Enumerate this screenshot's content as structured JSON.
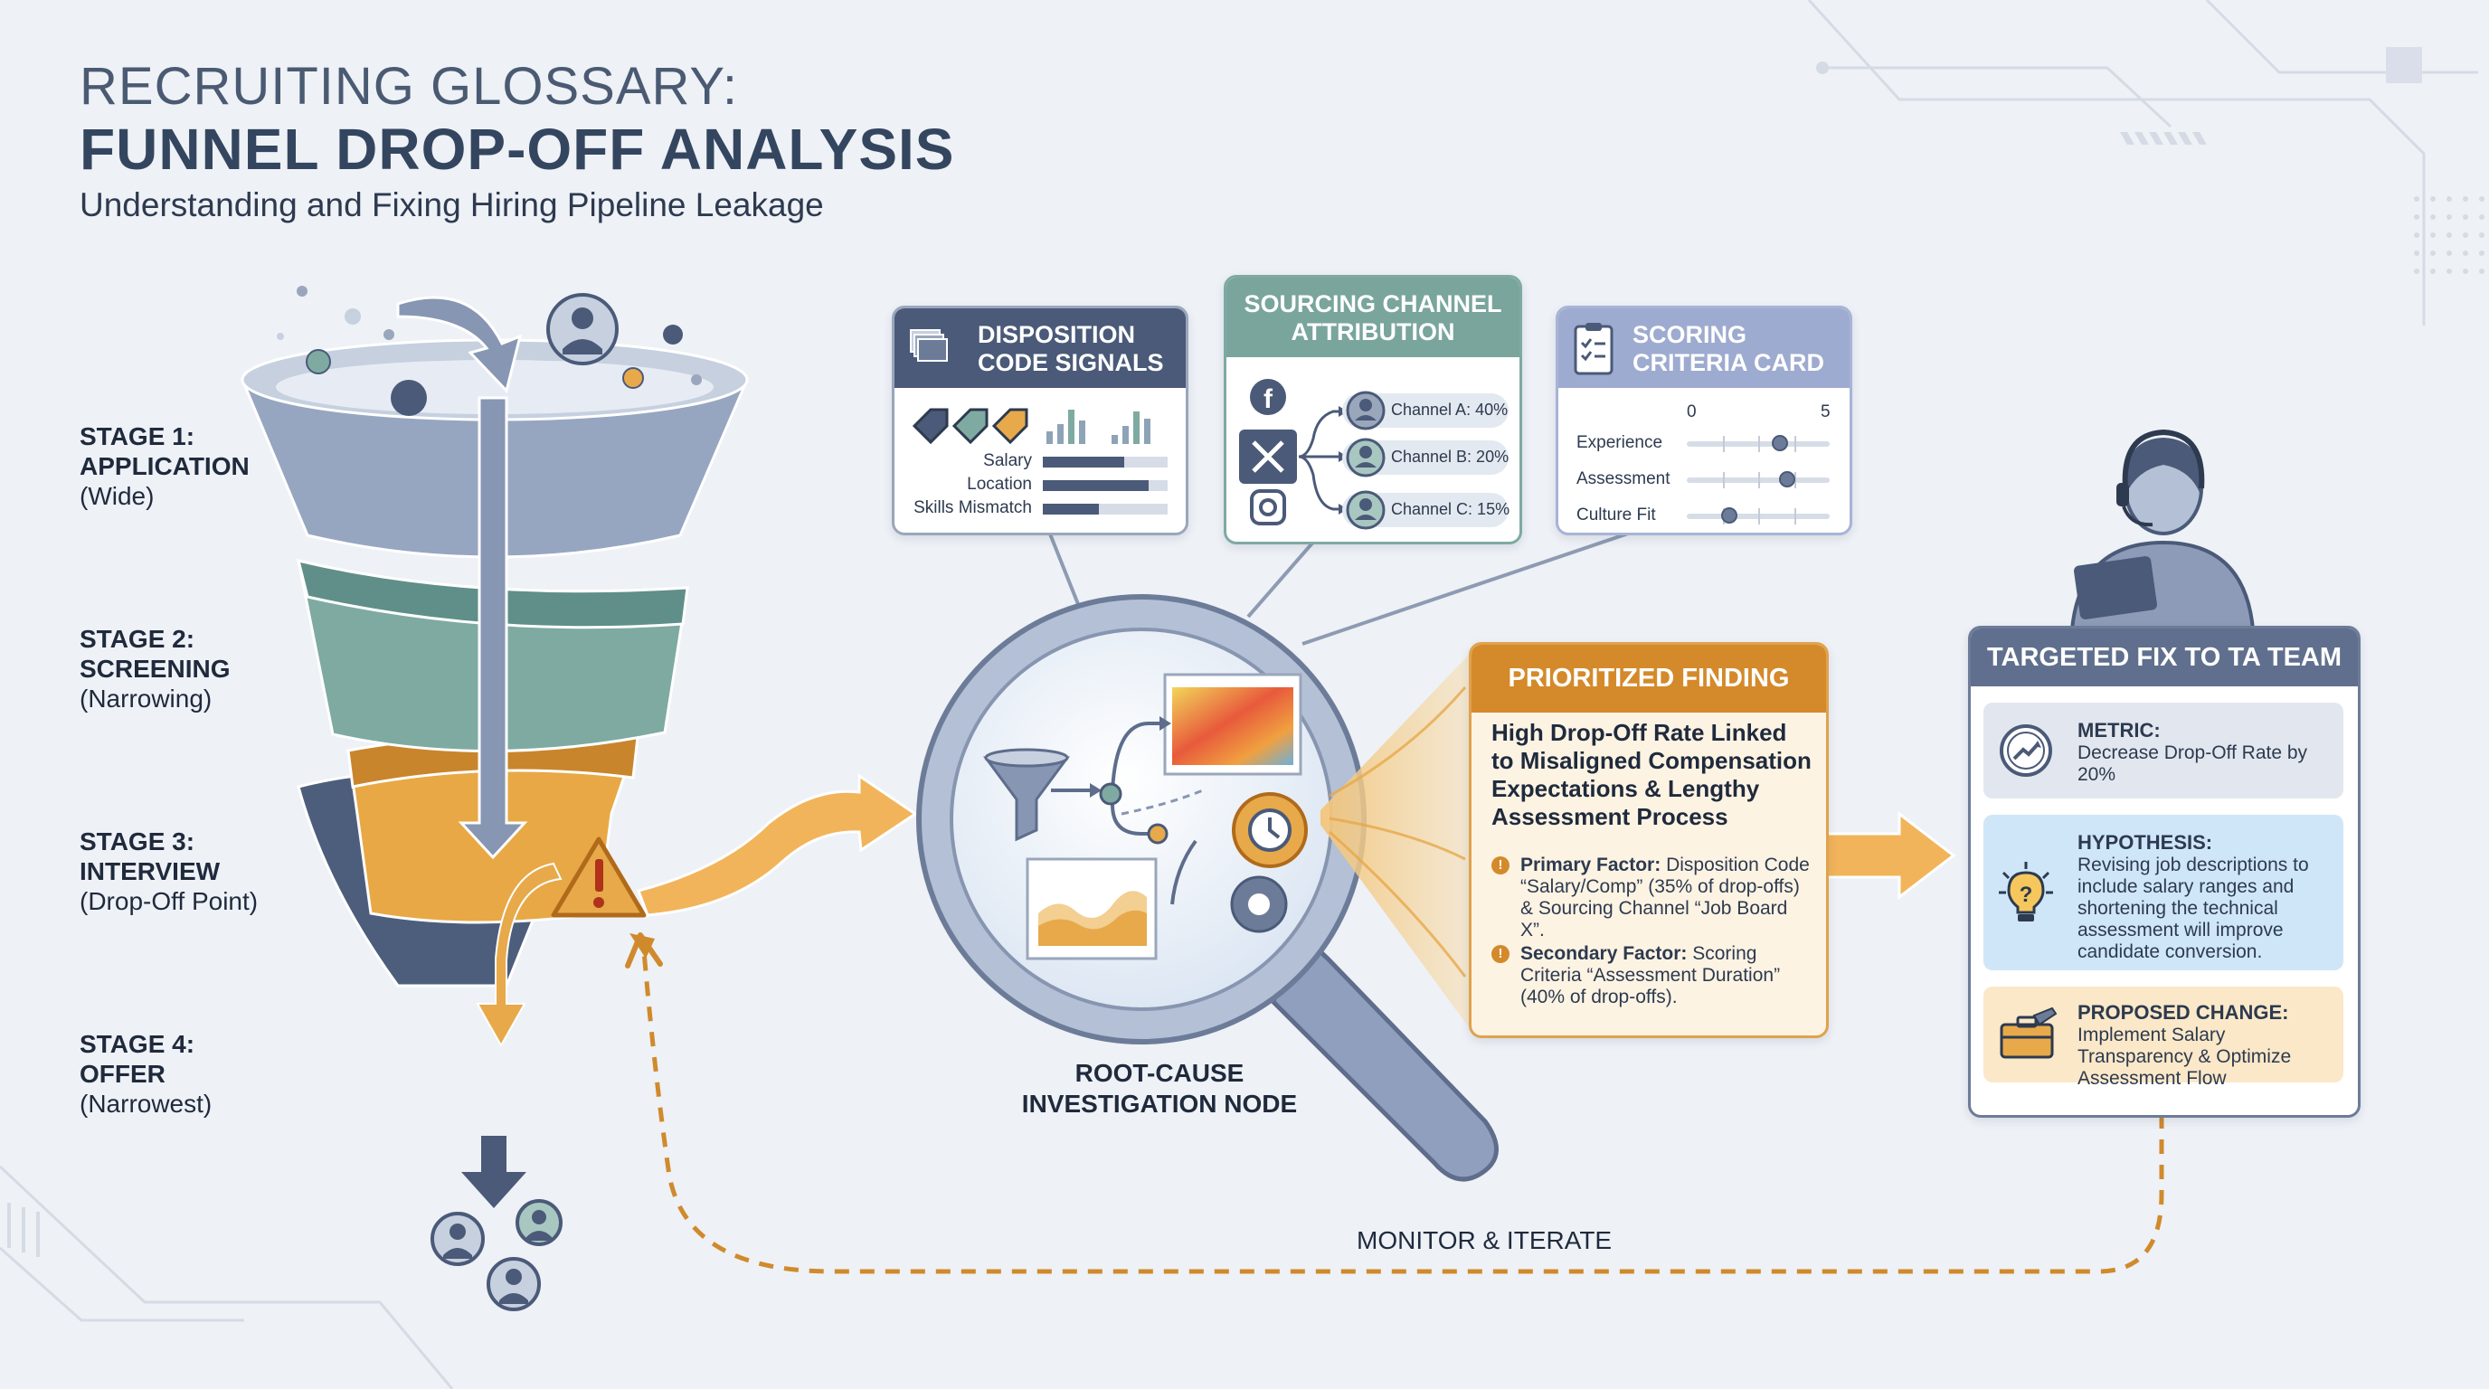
{
  "title": {
    "line1": "RECRUITING GLOSSARY:",
    "line2": "FUNNEL DROP-OFF ANALYSIS",
    "subtitle": "Understanding and Fixing Hiring Pipeline Leakage"
  },
  "stages": [
    {
      "label": "STAGE 1:",
      "name": "APPLICATION",
      "desc": "(Wide)"
    },
    {
      "label": "STAGE 2:",
      "name": "SCREENING",
      "desc": "(Narrowing)"
    },
    {
      "label": "STAGE 3:",
      "name": "INTERVIEW",
      "desc": "(Drop-Off Point)"
    },
    {
      "label": "STAGE 4:",
      "name": "OFFER",
      "desc": "(Narrowest)"
    }
  ],
  "disposition": {
    "title_l1": "DISPOSITION",
    "title_l2": "CODE SIGNALS",
    "rows": [
      {
        "label": "Salary",
        "value": 0.65
      },
      {
        "label": "Location",
        "value": 0.85
      },
      {
        "label": "Skills Mismatch",
        "value": 0.45
      }
    ]
  },
  "sourcing": {
    "title_l1": "SOURCING CHANNEL",
    "title_l2": "ATTRIBUTION",
    "channels": [
      {
        "label": "Channel A: 40%",
        "icon": "facebook-icon"
      },
      {
        "label": "Channel B: 20%",
        "icon": "x-icon"
      },
      {
        "label": "Channel C: 15%",
        "icon": "instagram-icon"
      }
    ]
  },
  "scoring": {
    "title_l1": "SCORING",
    "title_l2": "CRITERIA CARD",
    "scale_min": "0",
    "scale_max": "5",
    "rows": [
      {
        "label": "Experience",
        "value": 0.65
      },
      {
        "label": "Assessment",
        "value": 0.7
      },
      {
        "label": "Culture Fit",
        "value": 0.3
      }
    ]
  },
  "investigation": {
    "label_l1": "ROOT-CAUSE",
    "label_l2": "INVESTIGATION NODE"
  },
  "finding": {
    "header": "PRIORITIZED FINDING",
    "headline": "High Drop-Off Rate Linked to Misaligned Compensation Expectations & Lengthy Assessment Process",
    "primary_label": "Primary Factor:",
    "primary_text": " Disposition Code “Salary/Comp” (35% of drop-offs) & Sourcing Channel “Job Board X”.",
    "secondary_label": "Secondary Factor:",
    "secondary_text": " Scoring Criteria “Assessment Duration” (40% of drop-offs)."
  },
  "fix": {
    "header": "TARGETED FIX TO TA TEAM",
    "metric_title": "METRIC:",
    "metric_text": "Decrease Drop-Off Rate by 20%",
    "hypothesis_title": "HYPOTHESIS:",
    "hypothesis_text": "Revising job descriptions to include salary ranges and shortening the technical assessment will improve candidate conversion.",
    "change_title": "PROPOSED CHANGE:",
    "change_text": "Implement Salary Transparency & Optimize Assessment Flow"
  },
  "loop_label": "MONITOR & ITERATE",
  "colors": {
    "navy": "#4a5a78",
    "teal": "#7eaaa2",
    "orange": "#e7a94a",
    "slate": "#9aa6bb"
  }
}
